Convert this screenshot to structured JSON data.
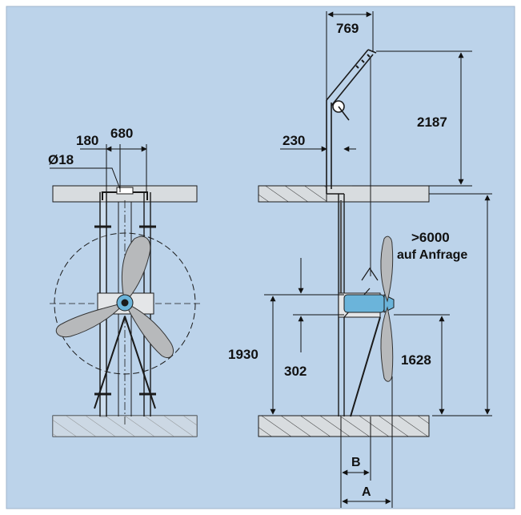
{
  "colors": {
    "background": "#bcd3ea",
    "concrete": "#d8dcdf",
    "blade": "#b7b9bb",
    "hub": "#6bb4da",
    "line": "#1a1a1a"
  },
  "front_view": {
    "dim_width": "680",
    "dim_offset": "180",
    "dim_diameter": "Ø18"
  },
  "side_view": {
    "dim_arm_reach": "769",
    "dim_crane_height": "2187",
    "dim_rail": "230",
    "dim_depth": ">6000",
    "dim_depth_note": "auf Anfrage",
    "dim_mount_height": "1930",
    "dim_adjust": "302",
    "dim_hub_height": "1628",
    "dim_b": "B",
    "dim_a": "A"
  }
}
